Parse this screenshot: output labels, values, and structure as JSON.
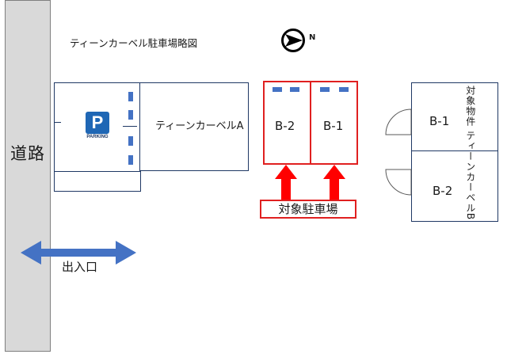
{
  "title": "ティーンカーベル駐車場略図",
  "road_label": "道路",
  "north_symbol": "N",
  "parking_sign": {
    "letter": "P",
    "caption": "PARKING"
  },
  "buildings": {
    "building_a": "ティーンカーベルA",
    "target_vertical": "対象物件 ティーンカーベルB",
    "unit_b1": "B-1",
    "unit_b2": "B-2"
  },
  "spaces": {
    "space_b2": "B-2",
    "space_b1": "B-1"
  },
  "legend": "対象駐車場",
  "entrance": "出入口",
  "colors": {
    "road": "#d9d9d9",
    "outline": "#1f3864",
    "highlight": "#e02020",
    "arrow_blue": "#4472c4",
    "parking_blue": "#1f67b5"
  }
}
